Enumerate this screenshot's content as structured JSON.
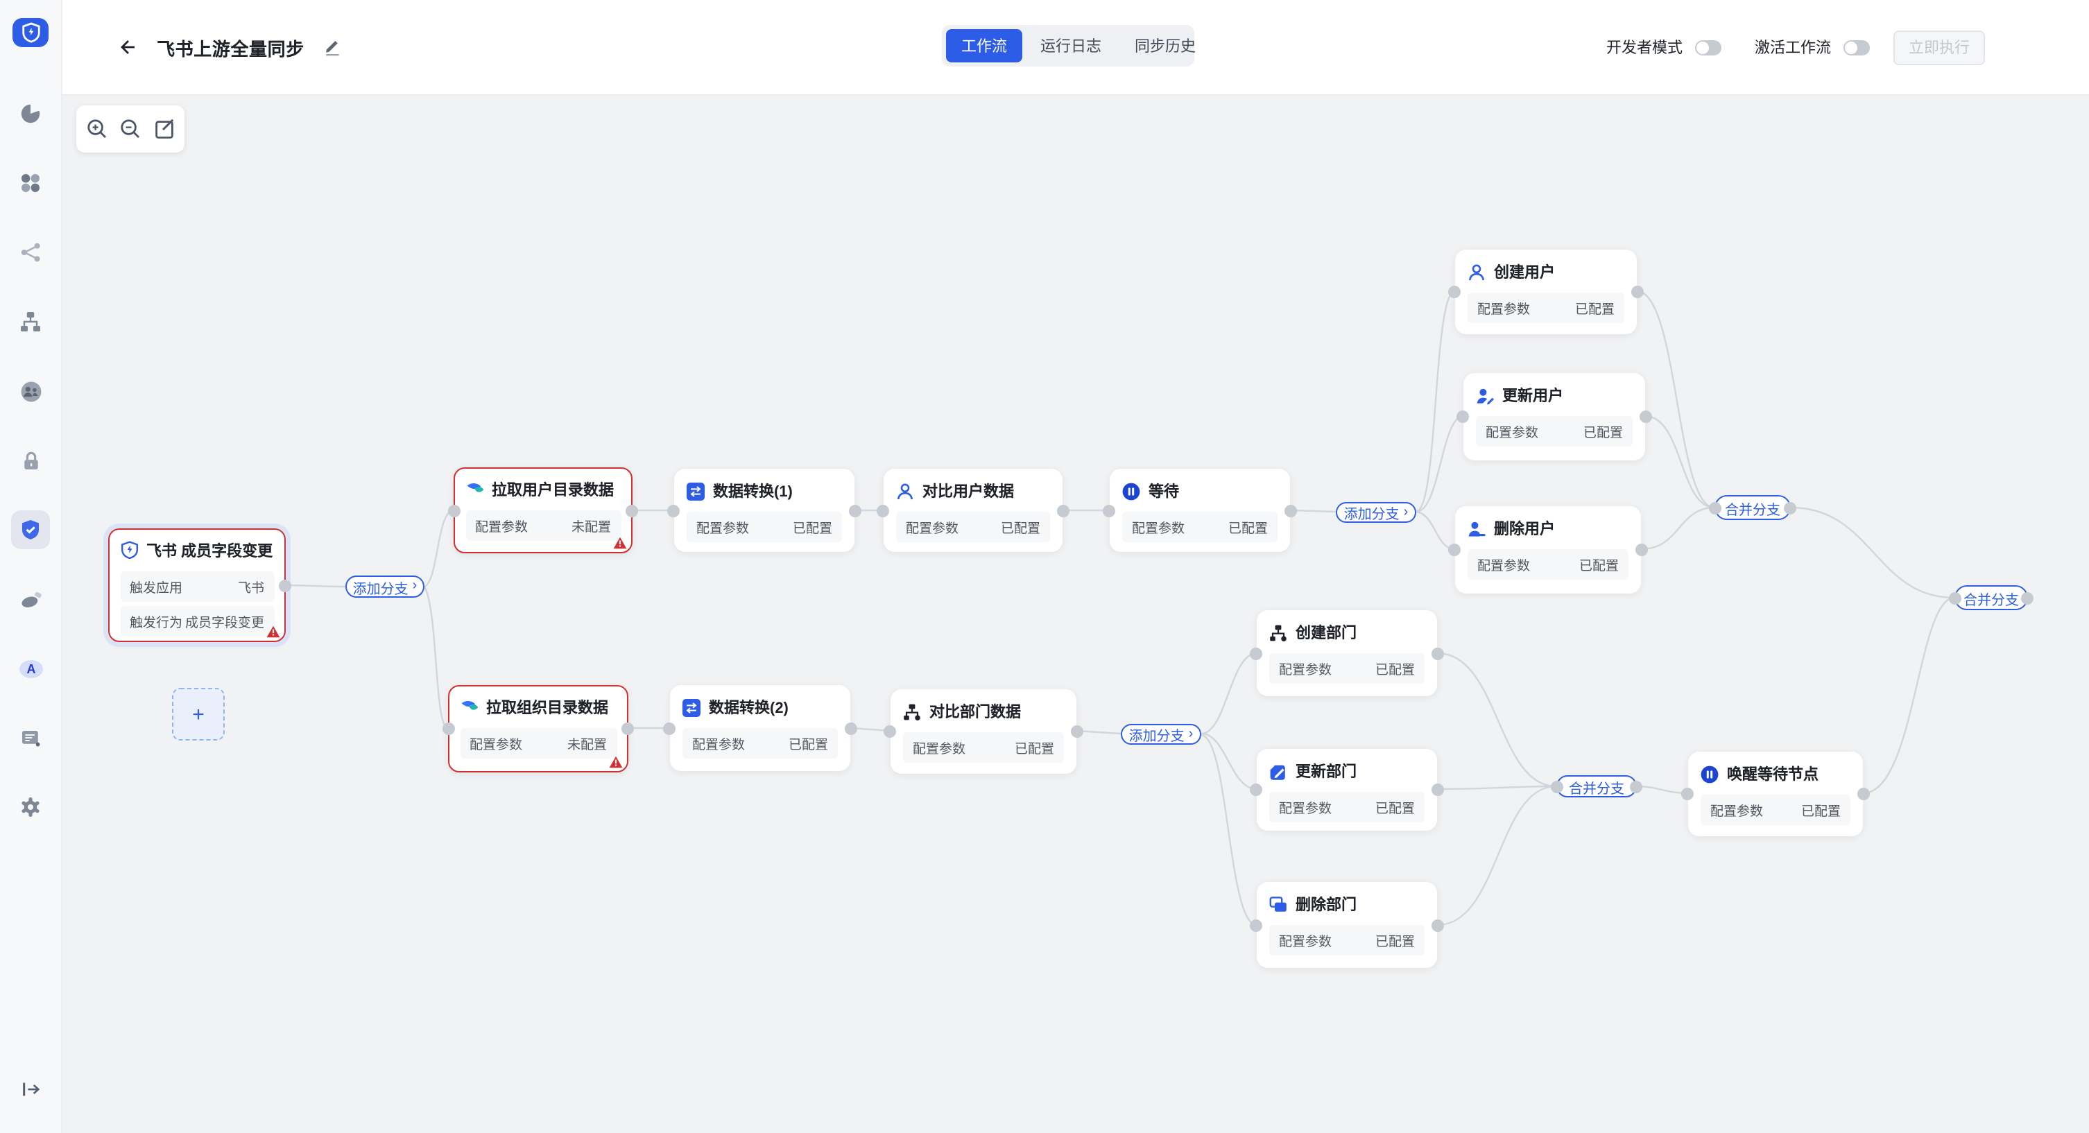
{
  "header": {
    "title": "飞书上游全量同步",
    "tabs": [
      {
        "label": "工作流",
        "active": true
      },
      {
        "label": "运行日志",
        "active": false
      },
      {
        "label": "同步历史",
        "active": false
      }
    ],
    "dev_mode_label": "开发者模式",
    "activate_label": "激活工作流",
    "run_button": "立即执行"
  },
  "sidebar": {
    "items": [
      {
        "name": "dashboard"
      },
      {
        "name": "apps"
      },
      {
        "name": "share"
      },
      {
        "name": "org-structure"
      },
      {
        "name": "users"
      },
      {
        "name": "permissions"
      },
      {
        "name": "sync-center",
        "active": true
      },
      {
        "name": "theme"
      },
      {
        "name": "app-a"
      },
      {
        "name": "logs"
      },
      {
        "name": "settings"
      }
    ]
  },
  "canvas": {
    "pills": {
      "add_branch": "添加分支",
      "chevron": "›",
      "merge_branch": "合并分支"
    },
    "plus_label": "+",
    "nodes": [
      {
        "title": "飞书 成员字段变更",
        "rows": [
          {
            "label": "触发应用",
            "value": "飞书"
          },
          {
            "label": "触发行为",
            "value": "成员字段变更"
          }
        ]
      },
      {
        "title": "拉取用户目录数据",
        "rows": [
          {
            "label": "配置参数",
            "value": "未配置"
          }
        ]
      },
      {
        "title": "数据转换(1)",
        "rows": [
          {
            "label": "配置参数",
            "value": "已配置"
          }
        ]
      },
      {
        "title": "对比用户数据",
        "rows": [
          {
            "label": "配置参数",
            "value": "已配置"
          }
        ]
      },
      {
        "title": "等待",
        "rows": [
          {
            "label": "配置参数",
            "value": "已配置"
          }
        ]
      },
      {
        "title": "创建用户",
        "rows": [
          {
            "label": "配置参数",
            "value": "已配置"
          }
        ]
      },
      {
        "title": "更新用户",
        "rows": [
          {
            "label": "配置参数",
            "value": "已配置"
          }
        ]
      },
      {
        "title": "删除用户",
        "rows": [
          {
            "label": "配置参数",
            "value": "已配置"
          }
        ]
      },
      {
        "title": "拉取组织目录数据",
        "rows": [
          {
            "label": "配置参数",
            "value": "未配置"
          }
        ]
      },
      {
        "title": "数据转换(2)",
        "rows": [
          {
            "label": "配置参数",
            "value": "已配置"
          }
        ]
      },
      {
        "title": "对比部门数据",
        "rows": [
          {
            "label": "配置参数",
            "value": "已配置"
          }
        ]
      },
      {
        "title": "创建部门",
        "rows": [
          {
            "label": "配置参数",
            "value": "已配置"
          }
        ]
      },
      {
        "title": "更新部门",
        "rows": [
          {
            "label": "配置参数",
            "value": "已配置"
          }
        ]
      },
      {
        "title": "删除部门",
        "rows": [
          {
            "label": "配置参数",
            "value": "已配置"
          }
        ]
      },
      {
        "title": "唤醒等待节点",
        "rows": [
          {
            "label": "配置参数",
            "value": "已配置"
          }
        ]
      }
    ]
  },
  "colors": {
    "accent_blue": "#2d5ce6",
    "error_red": "#d03031",
    "edge_gray": "#d2d5da",
    "canvas_bg": "#f1f2f4",
    "row_bg": "#f6f7f9"
  }
}
